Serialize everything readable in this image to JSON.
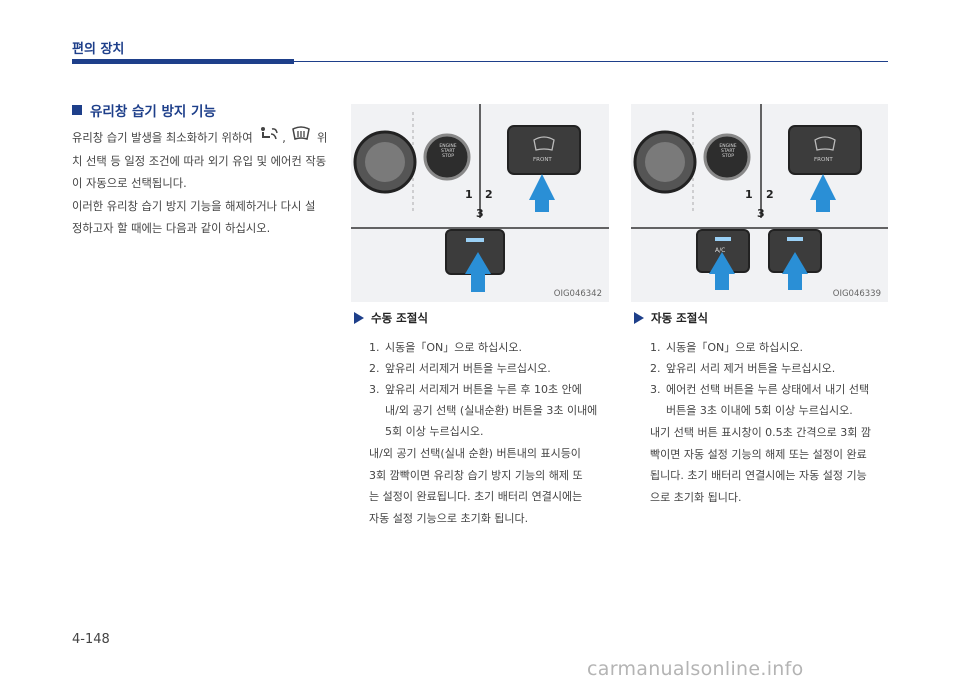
{
  "header": {
    "title": "편의 장치"
  },
  "section": {
    "heading": "유리창 습기 방지 기능",
    "intro_lines": [
      "유리창 습기 발생을 최소화하기 위하여",
      "치 선택 등 일정 조건에 따라 외기 유입 및 에어컨 작동",
      "이 자동으로 선택됩니다.",
      "이러한 유리창 습기 방지 기능을 해제하거나 다시 설",
      "정하고자 할 때에는 다음과 같이 하십시오."
    ],
    "intro_sep": ",",
    "intro_tail": "위"
  },
  "figures": {
    "left": {
      "code": "OIG046342",
      "callouts": [
        "1",
        "2",
        "3"
      ],
      "start_button_lines": [
        "ENGINE",
        "START",
        "STOP"
      ],
      "front_label": "FRONT"
    },
    "right": {
      "code": "OIG046339",
      "callouts": [
        "1",
        "2",
        "3"
      ],
      "start_button_lines": [
        "ENGINE",
        "START",
        "STOP"
      ],
      "front_label": "FRONT",
      "ac_label": "A/C"
    }
  },
  "manual": {
    "heading": "수동 조절식",
    "steps": [
      {
        "num": "1.",
        "text": "시동을「ON」으로 하십시오."
      },
      {
        "num": "2.",
        "text": "앞유리 서리제거 버튼을 누르십시오."
      },
      {
        "num": "3.",
        "text": "앞유리 서리제거 버튼을 누른 후 10초 안에"
      }
    ],
    "step3_cont": [
      "내/외 공기 선택 (실내순환) 버튼을 3초 이내에",
      "5회 이상 누르십시오."
    ],
    "note": [
      "내/외 공기 선택(실내 순환) 버튼내의 표시등이",
      "3회 깜빡이면 유리창 습기 방지 기능의 해제 또",
      "는 설정이 완료됩니다. 초기 배터리 연결시에는",
      "자동 설정 기능으로 초기화 됩니다."
    ]
  },
  "auto": {
    "heading": "자동 조절식",
    "steps": [
      {
        "num": "1.",
        "text": "시동을「ON」으로 하십시오."
      },
      {
        "num": "2.",
        "text": "앞유리 서리 제거 버튼을 누르십시오."
      },
      {
        "num": "3.",
        "text": "에어컨 선택 버튼을 누른 상태에서 내기 선택"
      }
    ],
    "step3_cont": [
      "버튼을 3초 이내에 5회 이상 누르십시오."
    ],
    "note": [
      "내기 선택 버튼 표시창이 0.5초 간격으로 3회 깜",
      "빡이면 자동 설정 기능의 해제 또는 설정이 완료",
      "됩니다. 초기 배터리 연결시에는 자동 설정 기능",
      "으로 초기화 됩니다."
    ]
  },
  "footer": {
    "page_number": "4-148",
    "watermark": "carmanualsonline.info"
  },
  "colors": {
    "accent": "#1e3f8a",
    "arrow": "#2a8fd6",
    "figure_bg": "#f1f2f4"
  }
}
